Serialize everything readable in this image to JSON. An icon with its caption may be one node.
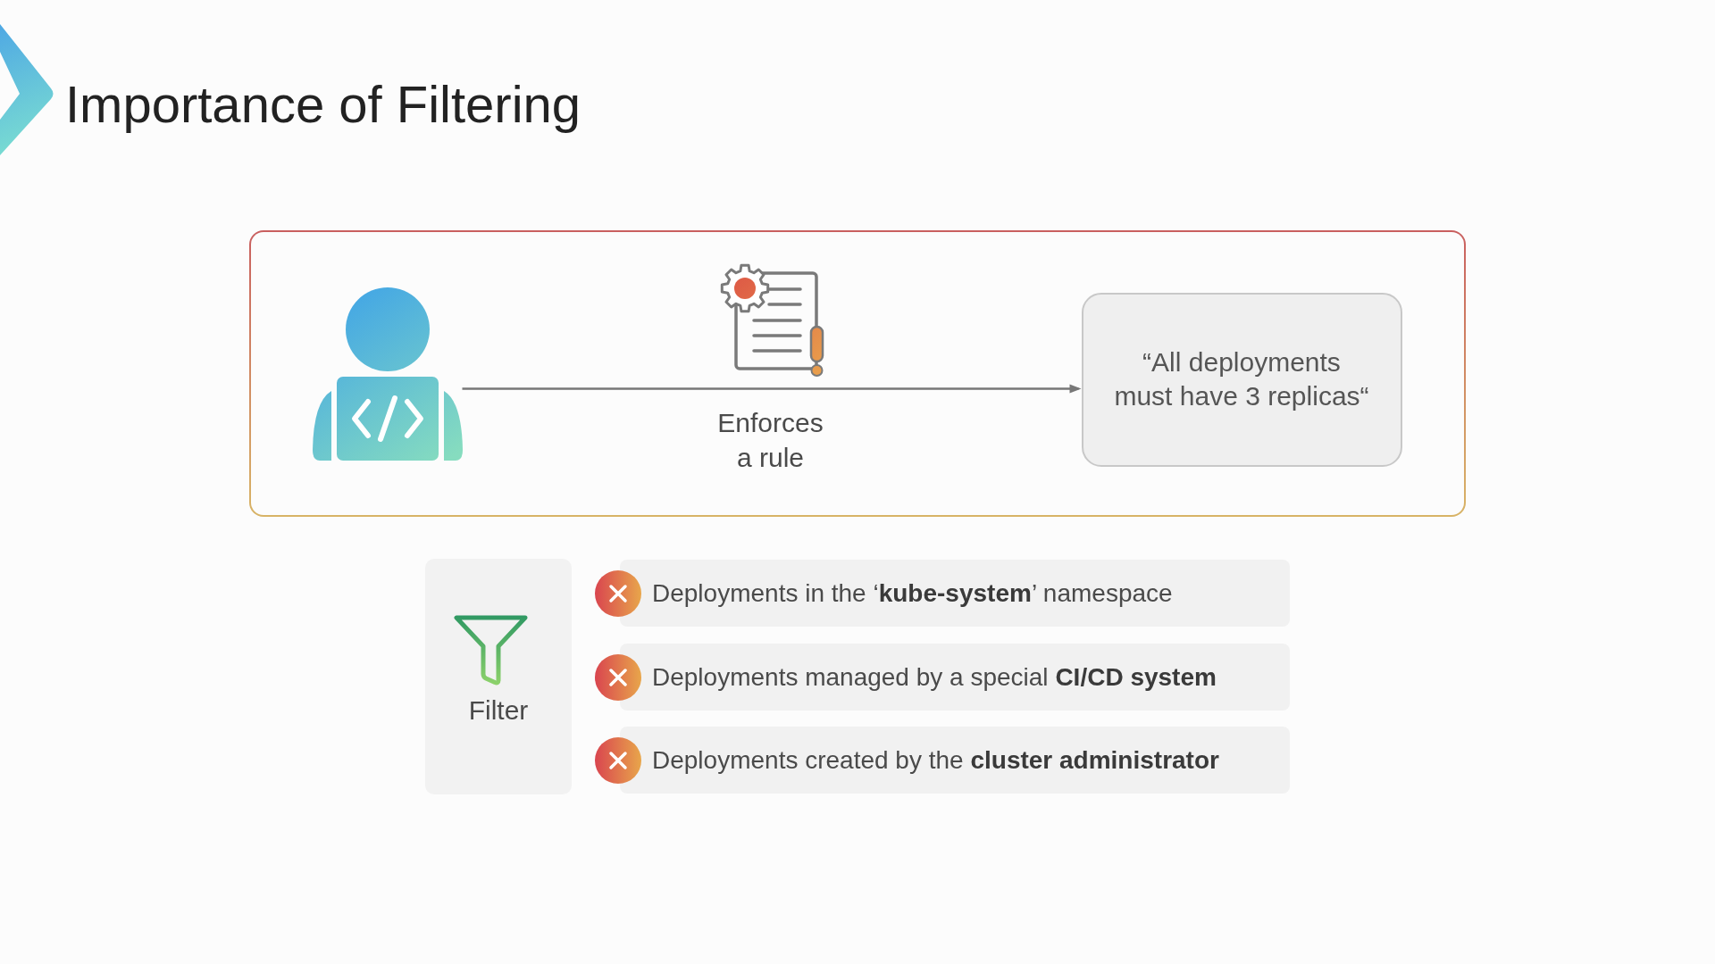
{
  "diagram": {
    "title": "Importance of Filtering",
    "nodes": [
      {
        "text": [],
        "shape": "box"
      },
      {
        "text": [],
        "shape": "person",
        "in": 0
      },
      {
        "text": [
          "“All deployments must have 3 replicas“"
        ],
        "in": 0
      },
      {
        "text": [
          "Filter"
        ]
      },
      {
        "text": [
          "Deployments in the ‘**kube-system**’ namespace"
        ]
      },
      {
        "text": [
          "Deployments managed by a special **CI/CD system**"
        ]
      },
      {
        "text": [
          "Deployments created by the **cluster administrator**"
        ]
      }
    ],
    "edges": [
      {
        "from": 1,
        "to": 2,
        "arrow": "to",
        "label": "Enforces a rule"
      }
    ]
  }
}
